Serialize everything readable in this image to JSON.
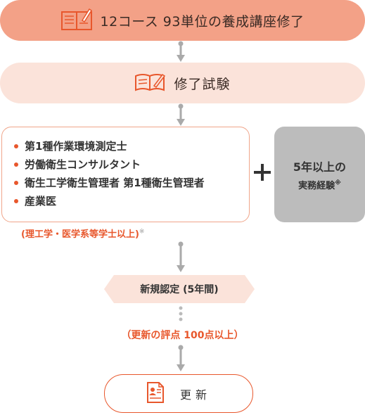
{
  "step1": {
    "label": "12コース 93単位の養成講座修了"
  },
  "step2": {
    "label": "修了試験"
  },
  "qualifications": [
    "第1種作業環境測定士",
    "労働衛生コンサルタント",
    "衛生工学衛生管理者 第1種衛生管理者",
    "産業医"
  ],
  "plus": "+",
  "experience": {
    "line1": "5年以上の",
    "line2": "実務経験",
    "mark": "※"
  },
  "note": {
    "text": "(理工学・医学系等学士以上)",
    "mark": "※"
  },
  "certification": {
    "label": "新規認定 (5年間)"
  },
  "evaluation": {
    "label": "（更新の評点 100点以上）"
  },
  "renewal": {
    "label": "更新"
  },
  "colors": {
    "step1_bg": "#f3a187",
    "step2_bg": "#fbe3da",
    "accent": "#e8572c",
    "grey_box": "#bcbcbc",
    "connector": "#aaaaaa"
  }
}
